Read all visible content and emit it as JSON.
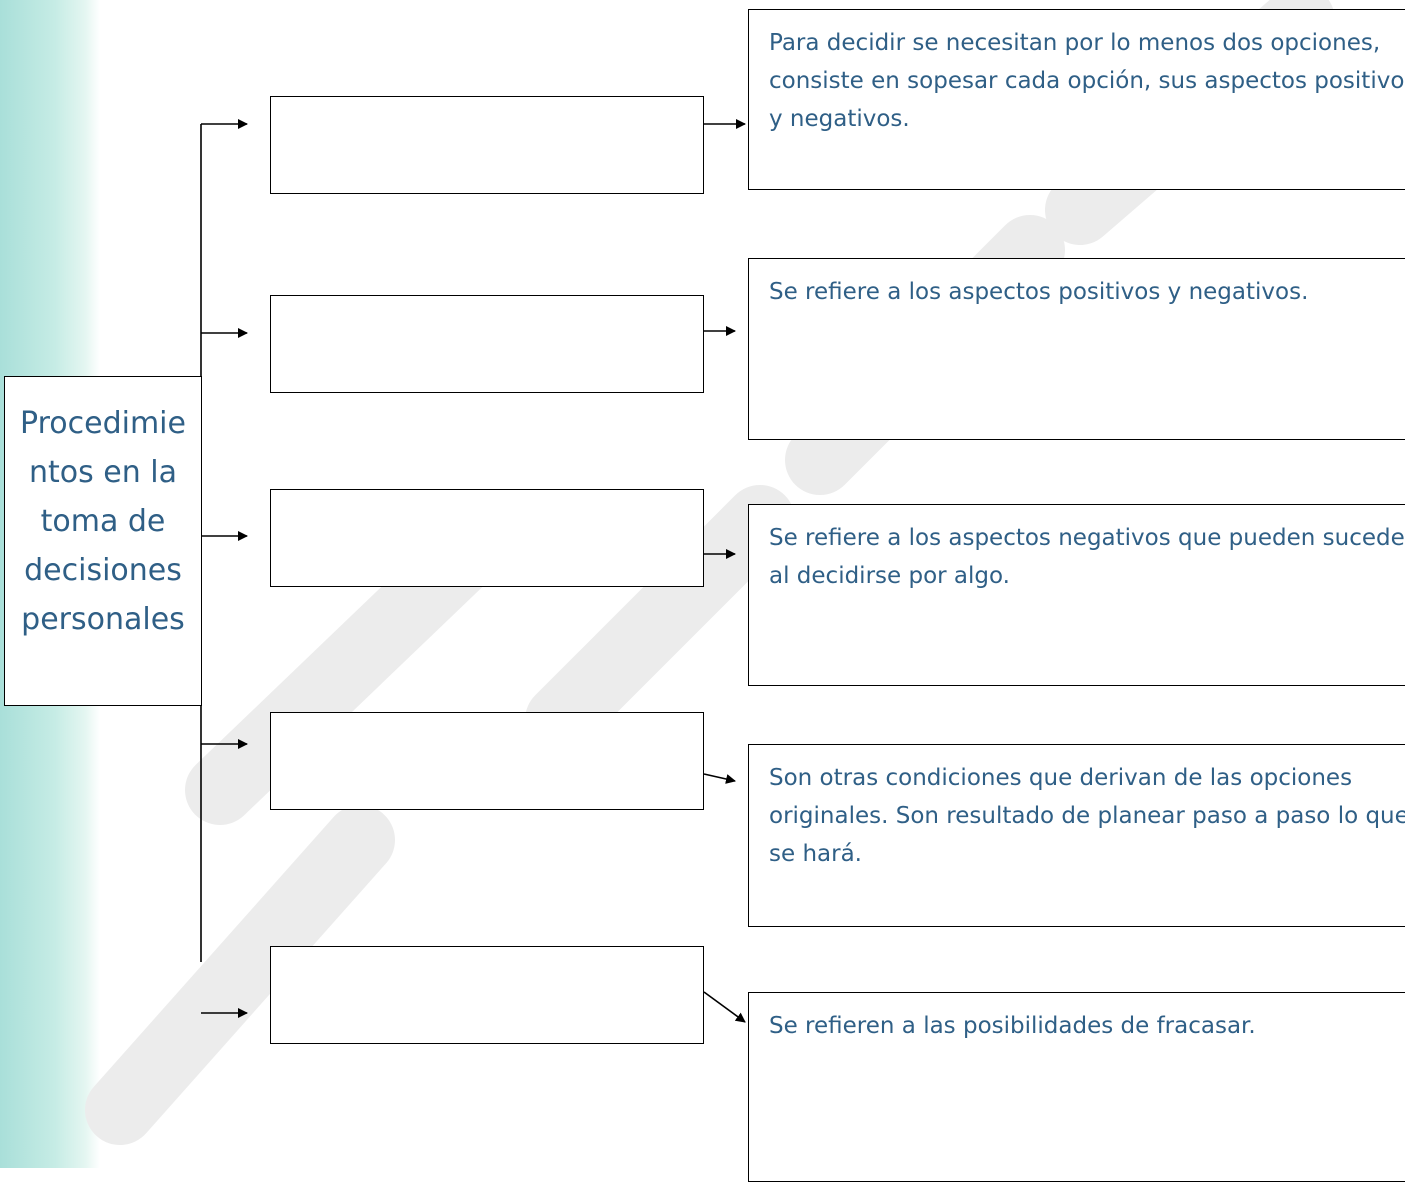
{
  "diagram": {
    "root": {
      "label": "Procedimientos en la toma de decisiones personales",
      "lines": [
        "Procedimie",
        "ntos en la",
        "toma de",
        "decisiones",
        "personales"
      ]
    },
    "blank_boxes": [
      "",
      "",
      "",
      "",
      ""
    ],
    "descriptions": [
      "Para decidir se necesitan por lo menos dos opciones, consiste en sopesar cada opción, sus aspectos positivos y negativos.",
      "Se refiere a los aspectos positivos y negativos.",
      "Se refiere a los aspectos negativos que pueden suceder al decidirse por algo.",
      "Son otras condiciones que derivan de las opciones originales. Son resultado de planear paso a paso lo que se hará.",
      "Se refieren a las posibilidades de fracasar."
    ],
    "colors": {
      "text": "#2f5f86",
      "lines": "#000000",
      "side_strip": "#b8e4de"
    }
  }
}
